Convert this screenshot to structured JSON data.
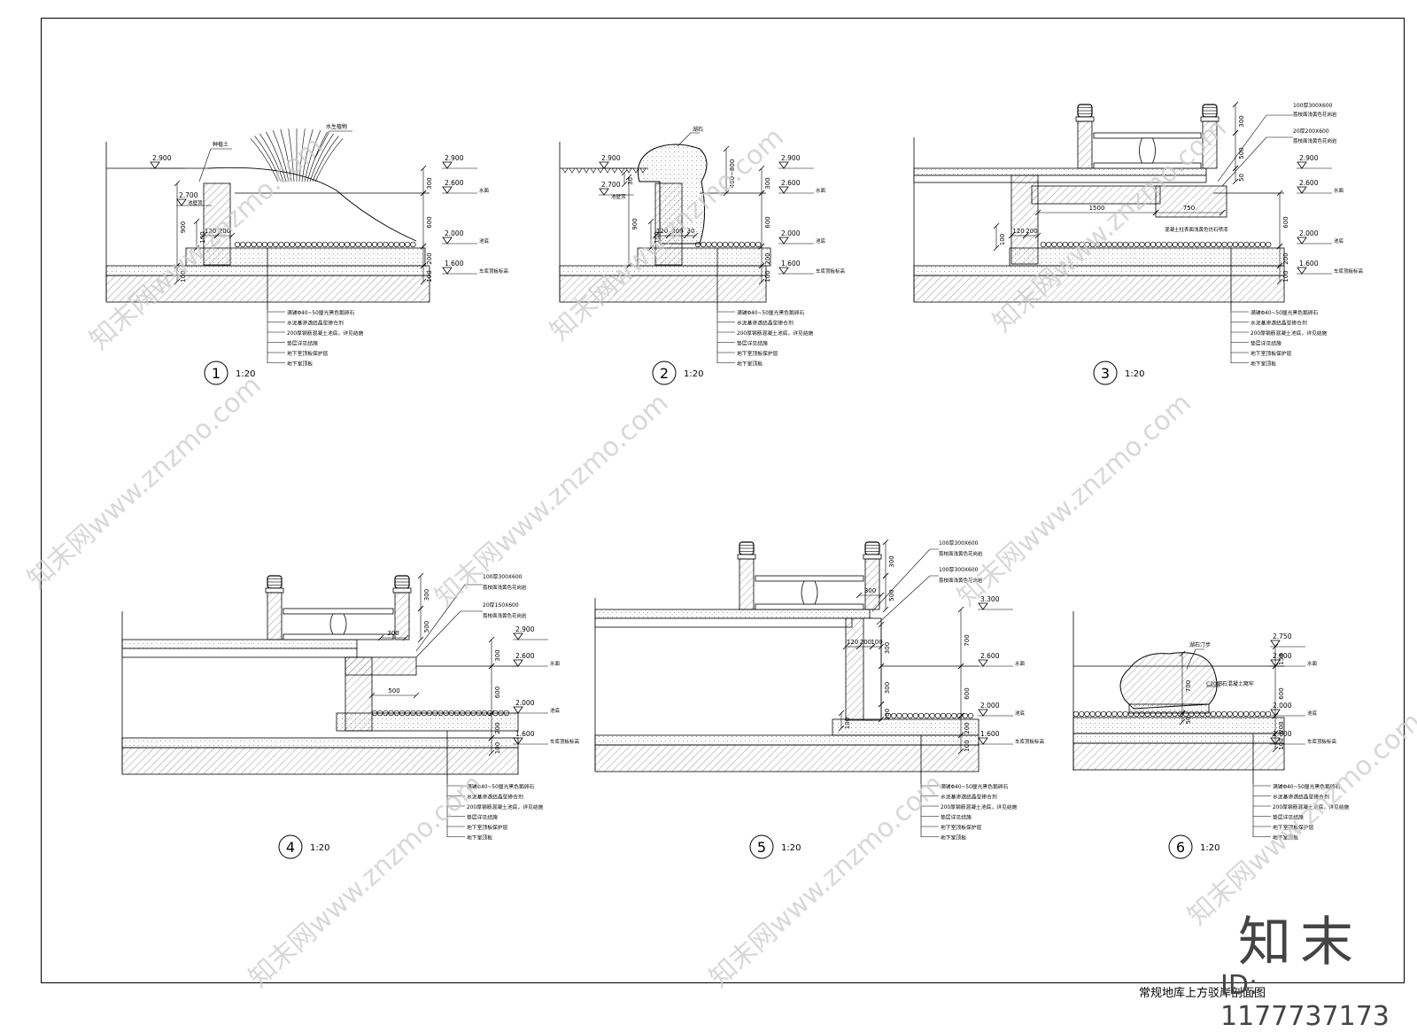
{
  "sheet": {
    "title": "常规地库上方驳岸剖面图",
    "brand": "知末",
    "id_text": "ID: 1177737173",
    "watermark": "知末网www.znzmo.com"
  },
  "layers": [
    "满铺Φ40~50厘光黑色鹅卵石",
    "水泥基渗透结晶型掺合剂",
    "200厚钢筋混凝土池底，详见结施",
    "垫层详见结施",
    "地下室顶板保护层",
    "地下室顶板"
  ],
  "labels": {
    "soil": "种植土",
    "plant": "水生植物",
    "rock": "湖石",
    "rock_step": "湖石汀步",
    "water": "水面",
    "bottom": "池底",
    "roof_top": "车库顶板标高",
    "stone_a": "100厚300X600",
    "stone_a2": "荔枝面浅黄色花岗岩",
    "stone_b": "20厚200X600",
    "stone_c": "20厚150X600",
    "concrete_note": "混凝土柱表面浅黄色仿石喷漆",
    "c20": "C20细石混凝土窝牢",
    "rock_height": "400~800"
  },
  "details": [
    {
      "num": "1",
      "scale": "1:20"
    },
    {
      "num": "2",
      "scale": "1:20"
    },
    {
      "num": "3",
      "scale": "1:20"
    },
    {
      "num": "4",
      "scale": "1:20"
    },
    {
      "num": "5",
      "scale": "1:20"
    },
    {
      "num": "6",
      "scale": "1:20"
    }
  ],
  "elevations": [
    "2.900",
    "2.700",
    "2.600",
    "2.000",
    "1.600",
    "3.300",
    "2.750"
  ],
  "dims": [
    "100",
    "120",
    "200",
    "900",
    "300",
    "600",
    "500",
    "1500",
    "750",
    "150",
    "700",
    "50",
    "20"
  ]
}
